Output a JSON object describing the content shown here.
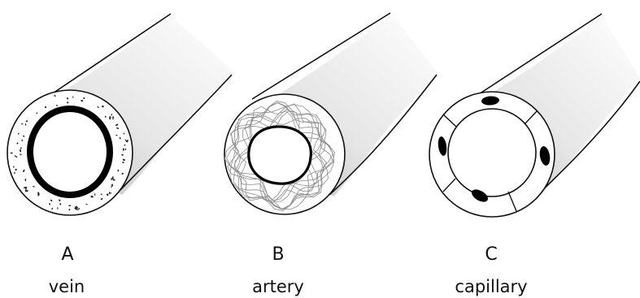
{
  "vessels": [
    {
      "id": "vein",
      "letter": "A",
      "name": "vein"
    },
    {
      "id": "artery",
      "letter": "B",
      "name": "artery"
    },
    {
      "id": "capillary",
      "letter": "C",
      "name": "capillary"
    }
  ]
}
